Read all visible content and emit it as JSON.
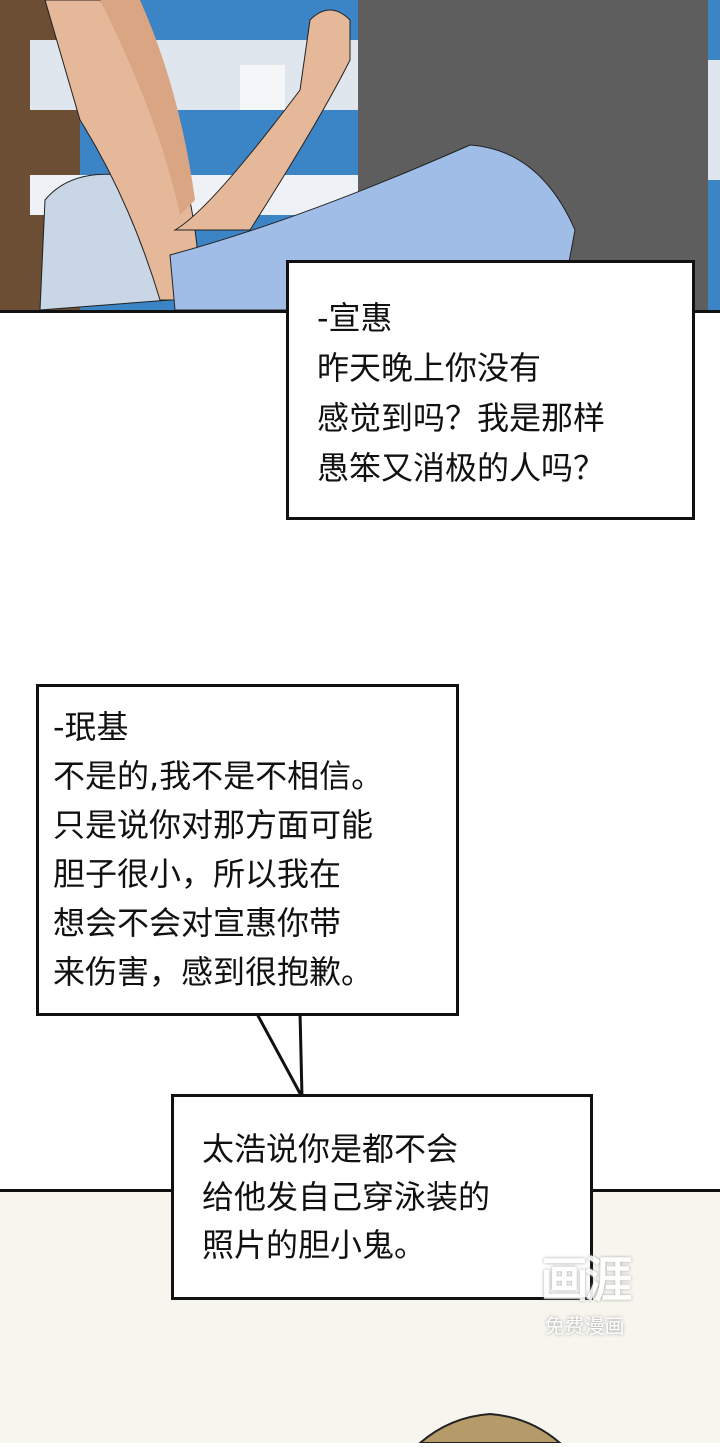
{
  "captions": [
    {
      "speaker": "-宣惠",
      "lines": [
        "昨天晚上你没有",
        "感觉到吗？我是那样",
        "愚笨又消极的人吗？"
      ]
    },
    {
      "speaker": "-珉基",
      "lines": [
        "不是的,我不是不相信。",
        "只是说你对那方面可能",
        "胆子很小，所以我在",
        "想会不会对宣惠你带",
        "来伤害，感到很抱歉。"
      ]
    },
    {
      "lines": [
        "太浩说你是都不会",
        "给他发自己穿泳装的",
        "照片的胆小鬼。"
      ]
    }
  ],
  "watermark": {
    "logo": "画涯",
    "subtitle": "免费漫画"
  }
}
